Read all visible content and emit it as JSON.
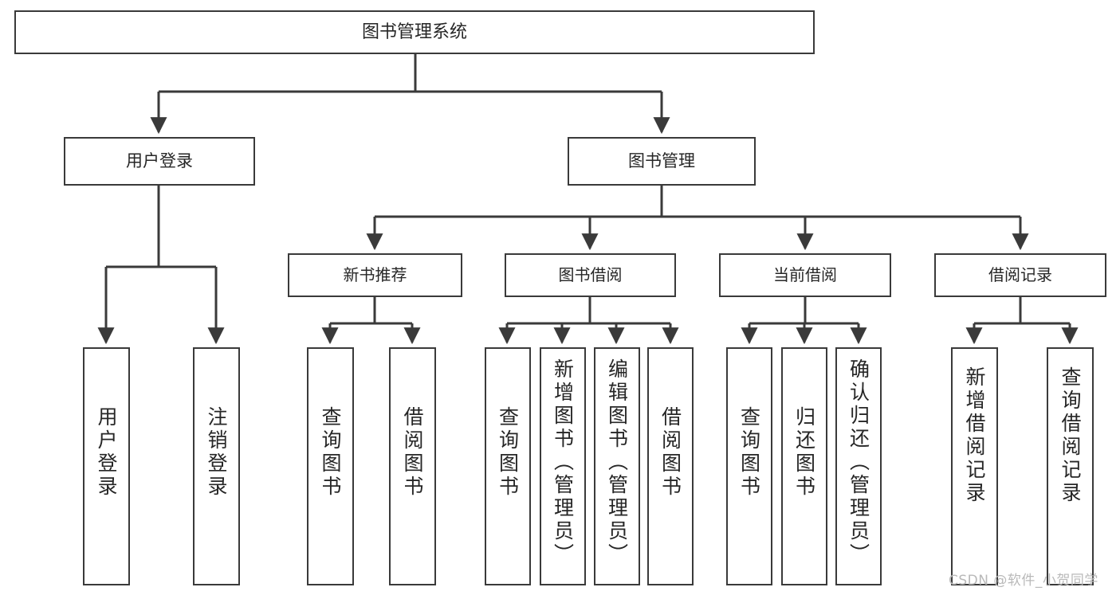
{
  "diagram": {
    "title": "图书管理系统",
    "type": "tree-hierarchy",
    "colors": {
      "background": "#ffffff",
      "stroke": "#3a3a3a",
      "text": "#262626",
      "watermark": "#b9b9b9"
    },
    "root": {
      "label": "图书管理系统"
    },
    "level2": [
      {
        "label": "用户登录"
      },
      {
        "label": "图书管理"
      }
    ],
    "level3": [
      {
        "label": "新书推荐"
      },
      {
        "label": "图书借阅"
      },
      {
        "label": "当前借阅"
      },
      {
        "label": "借阅记录"
      }
    ],
    "leaves": {
      "user_login": [
        {
          "label": "用户登录"
        },
        {
          "label": "注销登录"
        }
      ],
      "new_book": [
        {
          "label": "查询图书"
        },
        {
          "label": "借阅图书"
        }
      ],
      "book_borrow": [
        {
          "label": "查询图书"
        },
        {
          "label": "新增图书（管理员）"
        },
        {
          "label": "编辑图书（管理员）"
        },
        {
          "label": "借阅图书"
        }
      ],
      "current_borrow": [
        {
          "label": "查询图书"
        },
        {
          "label": "归还图书"
        },
        {
          "label": "确认归还（管理员）"
        }
      ],
      "borrow_record": [
        {
          "label": "新增借阅记录"
        },
        {
          "label": "查询借阅记录"
        }
      ]
    }
  },
  "watermark": {
    "text": "CSDN @软件_小贺同学"
  }
}
